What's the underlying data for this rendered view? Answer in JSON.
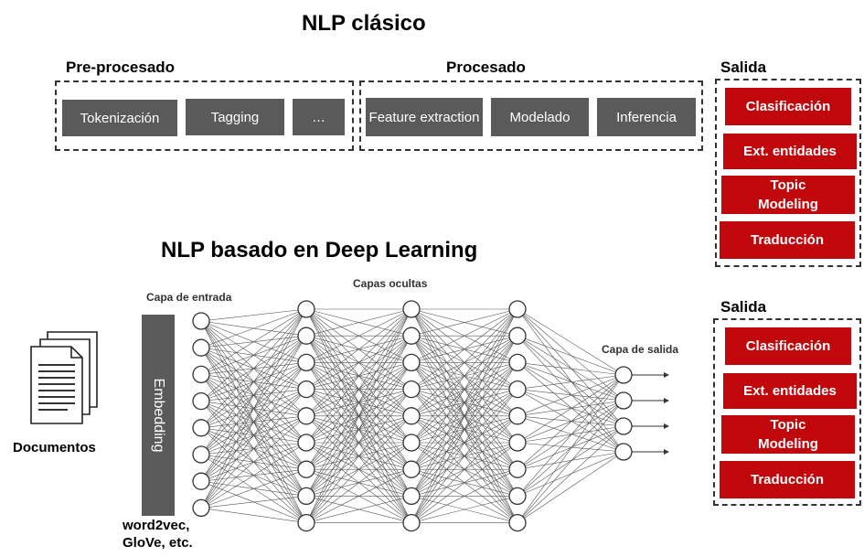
{
  "classic": {
    "title": "NLP clásico",
    "preprocess": {
      "label": "Pre-procesado",
      "steps": [
        "Tokenización",
        "Tagging",
        "…"
      ]
    },
    "process": {
      "label": "Procesado",
      "steps": [
        "Feature extraction",
        "Modelado",
        "Inferencia"
      ]
    },
    "output": {
      "label": "Salida",
      "items": [
        "Clasificación",
        "Ext. entidades",
        "Topic Modeling",
        "Traducción"
      ]
    }
  },
  "deep": {
    "title": "NLP basado en Deep Learning",
    "documents_label": "Documentos",
    "embedding_label": "Embedding",
    "embedding_examples": "word2vec, GloVe, etc.",
    "input_layer_label": "Capa de entrada",
    "hidden_layers_label": "Capas ocultas",
    "output_layer_label": "Capa de salida",
    "output": {
      "label": "Salida",
      "items": [
        "Clasificación",
        "Ext. entidades",
        "Topic Modeling",
        "Traducción"
      ]
    }
  },
  "colors": {
    "gray_box": "#5a5a5a",
    "red_box": "#c0070b",
    "node_stroke": "#333333",
    "edge": "#555555"
  }
}
